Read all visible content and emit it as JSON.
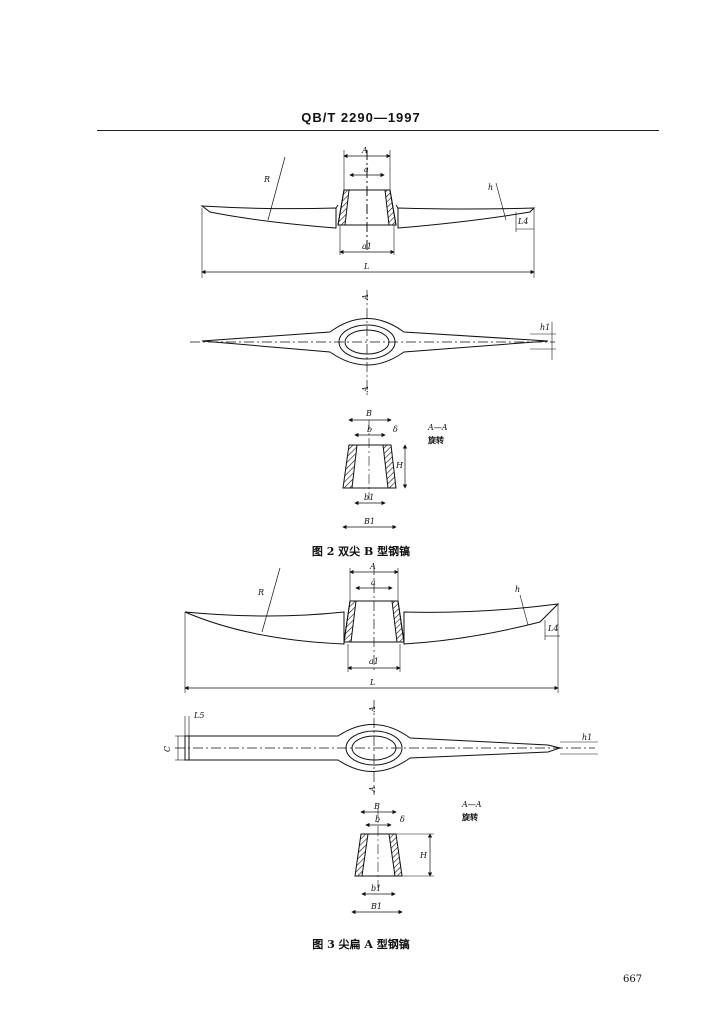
{
  "header": {
    "standard_code": "QB/T 2290—1997"
  },
  "figure2": {
    "caption": "图 2   双尖 B 型钢镐",
    "dims": {
      "A": "A",
      "a": "a",
      "a1": "a1",
      "L": "L",
      "h": "h",
      "L4": "L4",
      "R": "R",
      "h1": "h1"
    },
    "section": {
      "label": "A—A",
      "note": "旋转",
      "B": "B",
      "b": "b",
      "delta": "δ",
      "H": "H",
      "b1": "b1",
      "B1": "B1"
    },
    "cut_mark": "A"
  },
  "figure3": {
    "caption": "图 3   尖扁 A 型钢镐",
    "dims": {
      "A": "A",
      "a": "a",
      "a1": "a1",
      "L": "L",
      "h": "h",
      "L4": "L4",
      "R": "R",
      "L5": "L5",
      "C": "C",
      "h1": "h1"
    },
    "section": {
      "label": "A—A",
      "note": "旋转",
      "B": "B",
      "b": "b",
      "delta": "δ",
      "H": "H",
      "b1": "b1",
      "B1": "B1"
    },
    "cut_mark": "A"
  },
  "page_number": "667"
}
